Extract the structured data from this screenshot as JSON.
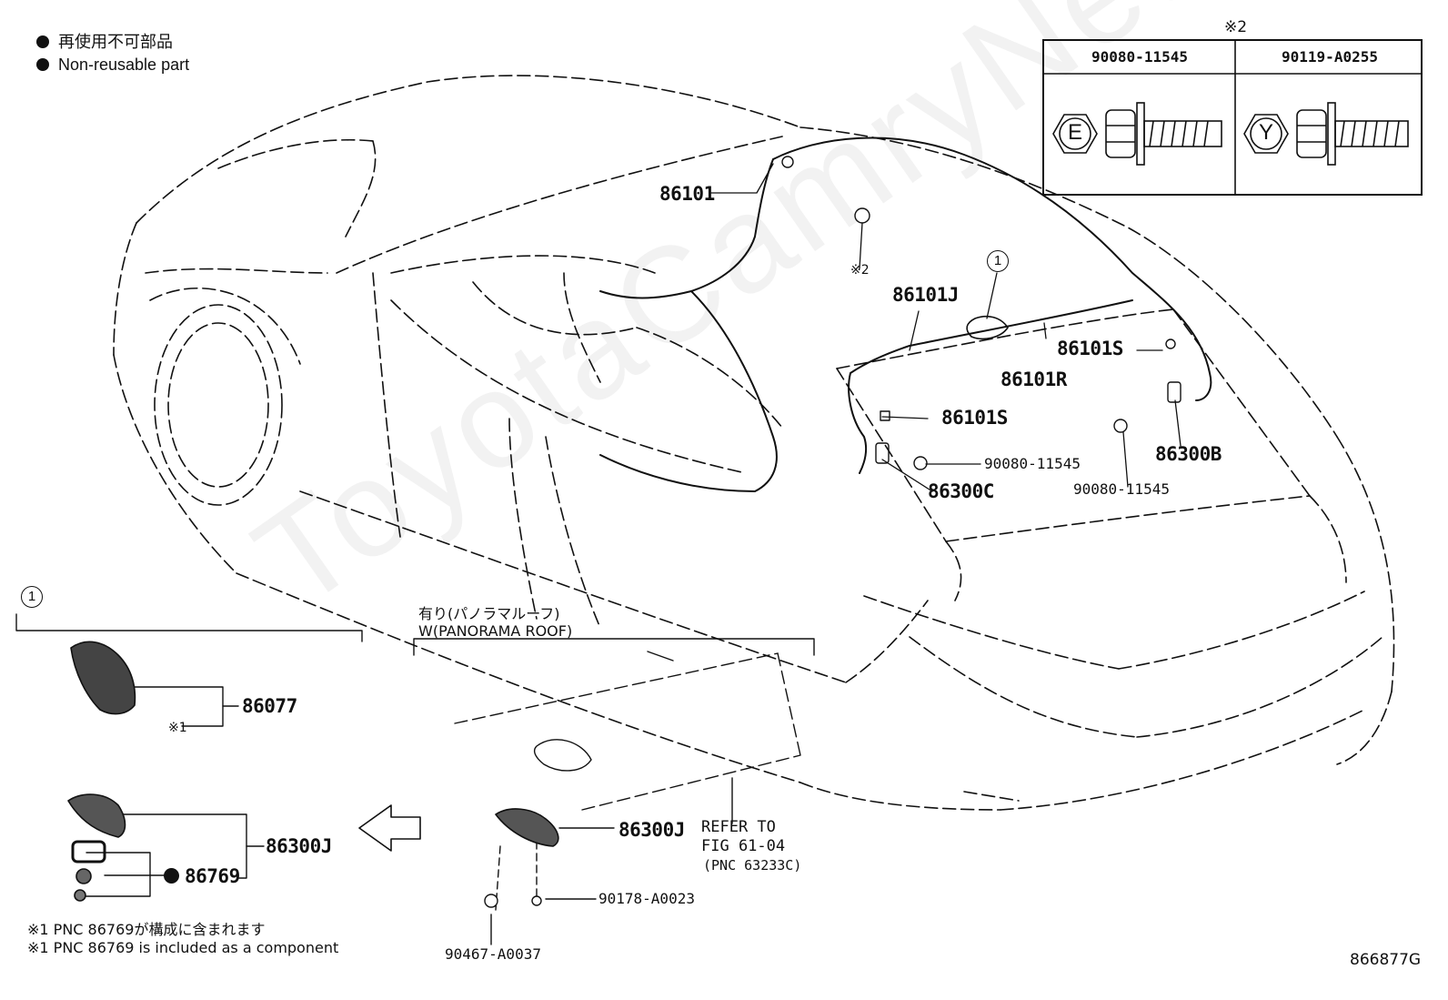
{
  "legend": {
    "line_jp": "再使用不可部品",
    "line_en": "Non-reusable part"
  },
  "table": {
    "note_mark": "※2",
    "col1_part": "90080-11545",
    "col1_mark": "E",
    "col2_part": "90119-A0255",
    "col2_mark": "Y"
  },
  "callouts": {
    "p86101": "86101",
    "note2": "※2",
    "p86101J": "86101J",
    "p86101S_a": "86101S",
    "p86101R": "86101R",
    "p86101S_b": "86101S",
    "p86300B": "86300B",
    "p86300C": "86300C",
    "p90080_a": "90080-11545",
    "p90080_b": "90080-11545",
    "circle_ref": "1"
  },
  "detail_left": {
    "circle": "1",
    "p86077": "86077",
    "note1": "※1",
    "p86300J": "86300J",
    "p86769": "86769"
  },
  "detail_panorama": {
    "title_jp": "有り(パノラマルーフ)",
    "title_en": "W(PANORAMA ROOF)",
    "p86300J": "86300J",
    "refer_l1": "REFER TO",
    "refer_l2": "FIG 61-04",
    "refer_l3": "(PNC 63233C)",
    "p90178": "90178-A0023",
    "p90467": "90467-A0037"
  },
  "footnotes": {
    "jp": "※1 PNC 86769が構成に含まれます",
    "en": "※1 PNC 86769 is included as a component"
  },
  "figure_id": "866877G",
  "watermark": "ToyotaCamryNet"
}
